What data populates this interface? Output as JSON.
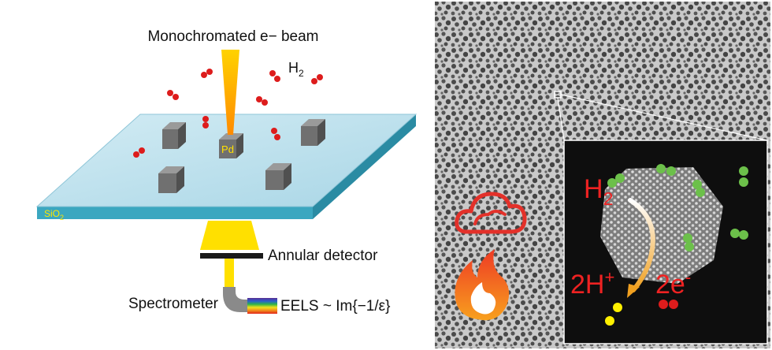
{
  "schematic": {
    "beam_label": "Monochromated e− beam",
    "gas_label": "H",
    "gas_subscript": "2",
    "particle_label": "Pd",
    "substrate_label": "SiO",
    "substrate_subscript": "2",
    "detector_label": "Annular detector",
    "spectrometer_label": "Spectrometer",
    "eels_label": "EELS ~ Im{−1/ε}"
  },
  "micrograph": {
    "inset_reaction": {
      "reactant": "H",
      "reactant_subscript": "2",
      "product_protons": "2H",
      "product_protons_superscript": "+",
      "product_electrons": "2e",
      "product_electrons_superscript": "-"
    },
    "icons": [
      "cloud-icon",
      "flame-icon"
    ]
  },
  "colors": {
    "substrate_top": "#bfe1ee",
    "substrate_side": "#3ba7c0",
    "beam": "#ffb000",
    "hydrogen": "#dd1c1c",
    "hydrogen_inset": "#6cc04a",
    "proton": "#fff000",
    "icon_red": "#e3312a",
    "icon_orange": "#f7941d"
  }
}
